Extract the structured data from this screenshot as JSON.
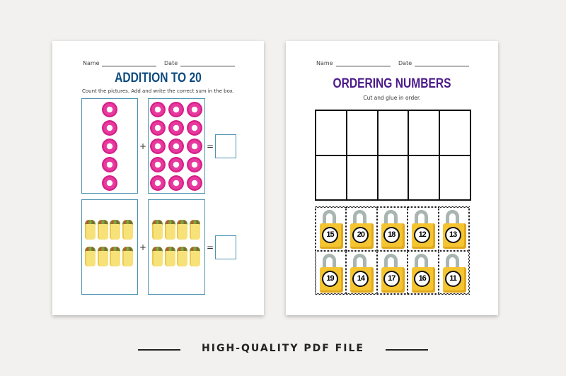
{
  "addition_sheet": {
    "name_label": "Name",
    "date_label": "Date",
    "title": "ADDITION TO 20",
    "instruction": "Count the pictures. Add and write the correct sum in the box.",
    "title_color": "#0e4b7f",
    "problems": [
      {
        "item": "donut",
        "left_count": 5,
        "right_count": 15,
        "plus": "+",
        "equals": "="
      },
      {
        "item": "burrito",
        "left_count": 8,
        "right_count": 8,
        "plus": "+",
        "equals": "="
      }
    ]
  },
  "ordering_sheet": {
    "name_label": "Name",
    "date_label": "Date",
    "title": "ORDERING NUMBERS",
    "instruction": "Cut and glue in order.",
    "title_color": "#4b1a8a",
    "locks": [
      "15",
      "20",
      "18",
      "12",
      "13",
      "19",
      "14",
      "17",
      "16",
      "11"
    ]
  },
  "footer": {
    "text": "HIGH-QUALITY PDF FILE"
  }
}
